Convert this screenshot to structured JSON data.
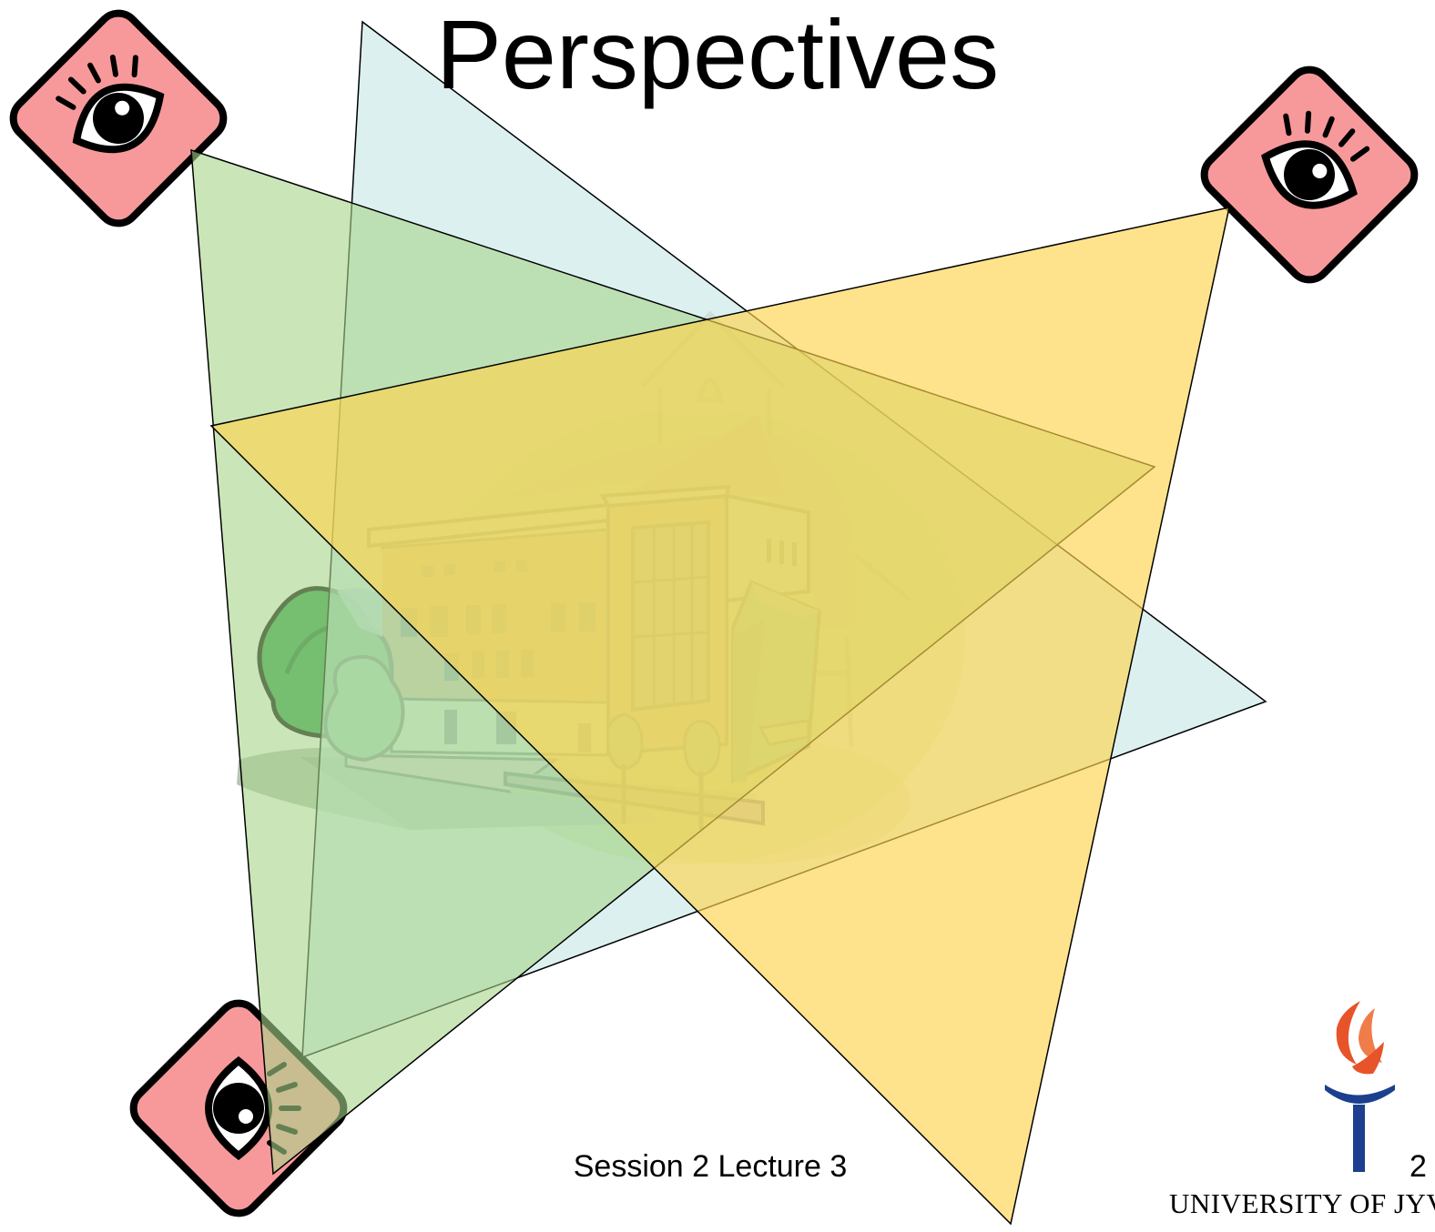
{
  "slide": {
    "title": "Perspectives",
    "footer": "Session 2 Lecture 3",
    "page_number": "2",
    "logo_text": "UNIVERSITY OF JYV"
  },
  "colors": {
    "eye_tile": "#f7999a",
    "cone_blue": "#cde9ea",
    "cone_green": "#a7d58a",
    "cone_yellow": "#fdd44e",
    "brick": "#f0855a",
    "torch_blue": "#1c3f8e",
    "torch_flame": "#e8542a"
  },
  "icons": [
    "eye-icon",
    "eye-icon",
    "eye-icon",
    "building-clipart",
    "university-torch-logo"
  ]
}
